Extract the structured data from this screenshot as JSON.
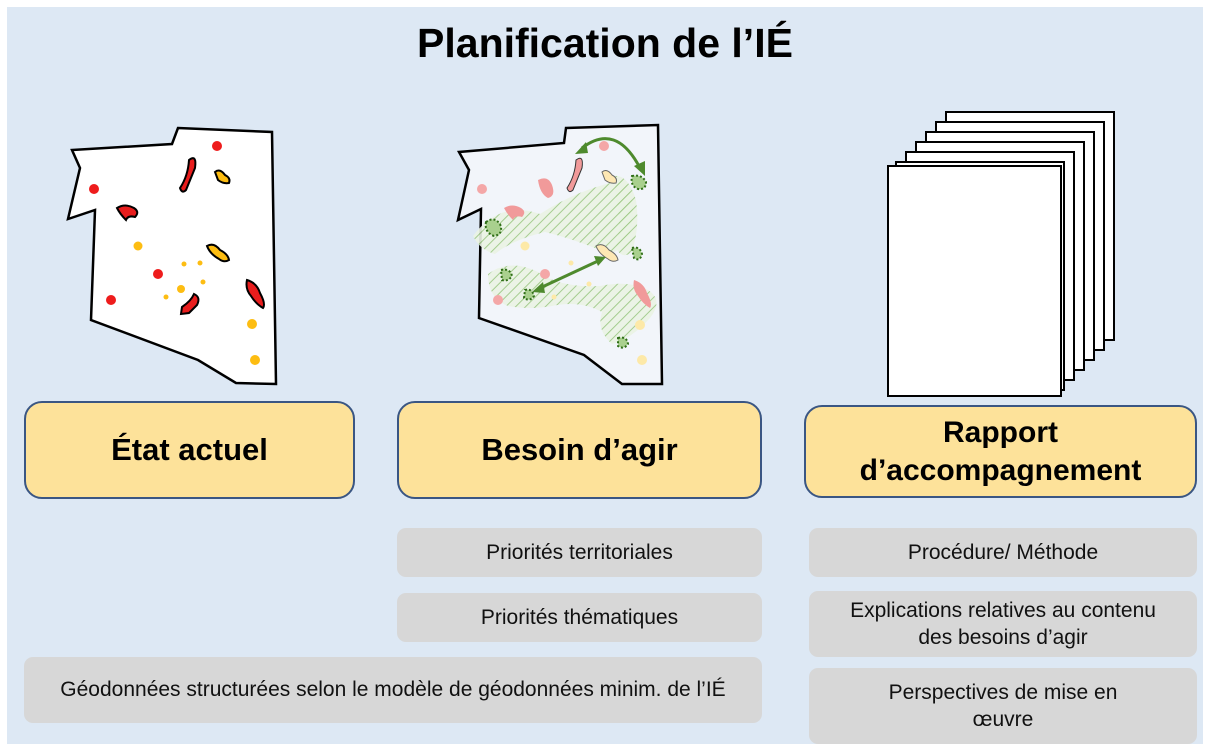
{
  "title": "Planification de l’IÉ",
  "columns": [
    {
      "heading": "État actuel"
    },
    {
      "heading": "Besoin d’agir"
    },
    {
      "heading_line1": "Rapport",
      "heading_line2": "d’accompagnement"
    }
  ],
  "besoin_items": [
    "Priorités territoriales",
    "Priorités thématiques"
  ],
  "geodata_item": "Géodonnées structurées selon le modèle de géodonnées minim. de l’IÉ",
  "rapport_items": [
    "Procédure/ Méthode",
    "Explications relatives au contenu des besoins d’agir",
    "Perspectives de mise en œuvre"
  ],
  "colors": {
    "background": "#dde8f4",
    "heading_box": "#fde29a",
    "heading_border": "#3a5683",
    "pill": "#d7d7d7",
    "red": "#ee1c1c",
    "yellow": "#fdbd12",
    "green": "#4e8a2d"
  },
  "icons": [
    "territory-map",
    "needs-map",
    "document-stack"
  ]
}
